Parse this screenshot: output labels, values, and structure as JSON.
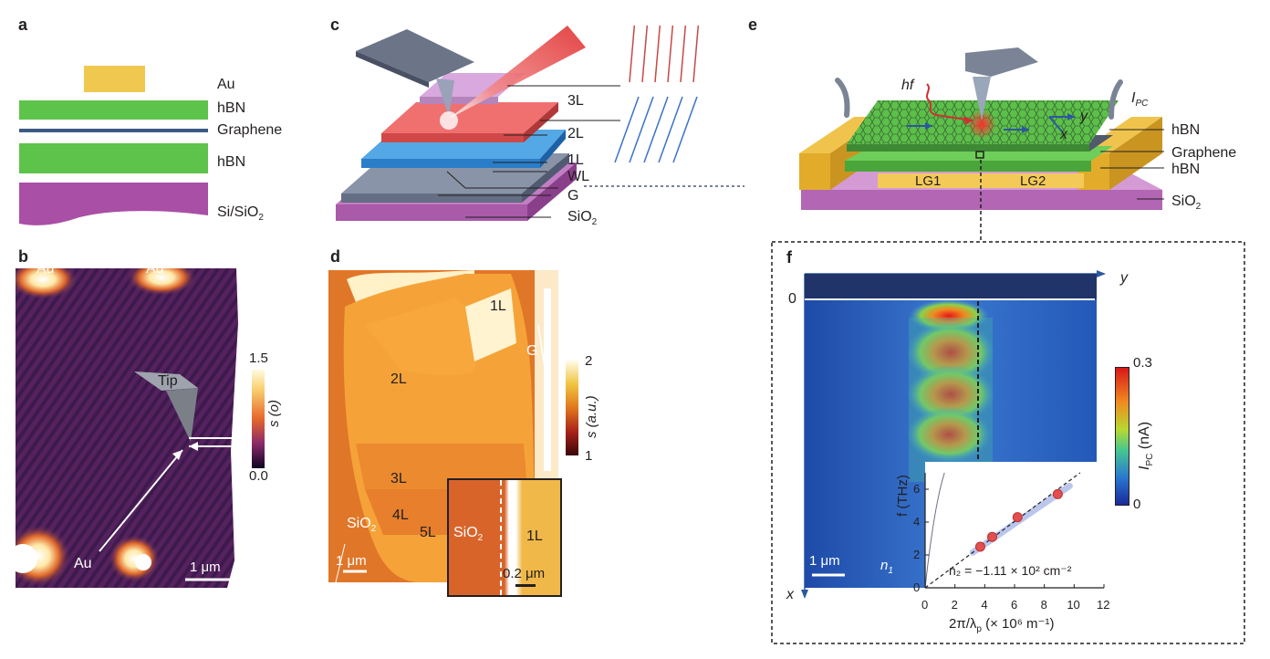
{
  "panels": {
    "a": "a",
    "b": "b",
    "c": "c",
    "d": "d",
    "e": "e",
    "f": "f"
  },
  "panel_a": {
    "layers": [
      "Au",
      "hBN",
      "Graphene",
      "hBN",
      "Si/SiO"
    ],
    "sio_sub": "2"
  },
  "panel_b": {
    "au_labels": [
      "Au",
      "Au",
      "Au"
    ],
    "tip": "Tip",
    "scale": "1 μm",
    "cbar_max": "1.5",
    "cbar_min": "0.0",
    "cbar_label": "s (o)"
  },
  "panel_c": {
    "layers": [
      "3L",
      "2L",
      "1L",
      "WL",
      "G",
      "SiO"
    ],
    "sio_sub": "2"
  },
  "panel_d": {
    "labels": [
      "1L",
      "2L",
      "3L",
      "4L",
      "5L",
      "G"
    ],
    "sio": "SiO",
    "sio_sub": "2",
    "scale": "1 μm",
    "inset_sio": "SiO",
    "inset_1l": "1L",
    "inset_scale": "0.2 μm",
    "cbar_max": "2",
    "cbar_min": "1",
    "cbar_label": "s (a.u.)"
  },
  "panel_e": {
    "hf": "hf",
    "ipc": "I",
    "ipc_sub": "PC",
    "y": "y",
    "x": "x",
    "layers": [
      "hBN",
      "Graphene",
      "hBN",
      "SiO"
    ],
    "sio_sub": "2",
    "gates": [
      "LG1",
      "LG2"
    ]
  },
  "panel_f": {
    "axis_y": "y",
    "axis_x": "x",
    "zero": "0",
    "scale": "1 μm",
    "n1": "n",
    "n1_sub": "1",
    "cbar_max": "0.3",
    "cbar_min": "0",
    "cbar_label": "I",
    "cbar_label_sub": "PC",
    "cbar_unit": "(nA)",
    "inset": {
      "ylabel": "f (THz)",
      "xlabel": "2π/λ",
      "xlabel_sub": "p",
      "xlabel_unit": "(× 10⁶ m⁻¹)",
      "annotation": "n₂ = −1.11 × 10² cm⁻²"
    }
  },
  "chart_data": {
    "type": "scatter",
    "xlabel": "2π/λp (× 10⁶ m⁻¹)",
    "ylabel": "f (THz)",
    "xlim": [
      0,
      12
    ],
    "ylim": [
      0,
      7
    ],
    "xticks": [
      "0",
      "2",
      "4",
      "6",
      "8",
      "10",
      "12"
    ],
    "yticks": [
      "0",
      "2",
      "4",
      "6"
    ],
    "series": [
      {
        "values": [
          [
            3.7,
            2.5
          ],
          [
            4.5,
            3.1
          ],
          [
            6.2,
            4.3
          ],
          [
            8.9,
            5.7
          ]
        ]
      }
    ],
    "annotation": "n₂ = −1.11 × 10² cm⁻²"
  }
}
